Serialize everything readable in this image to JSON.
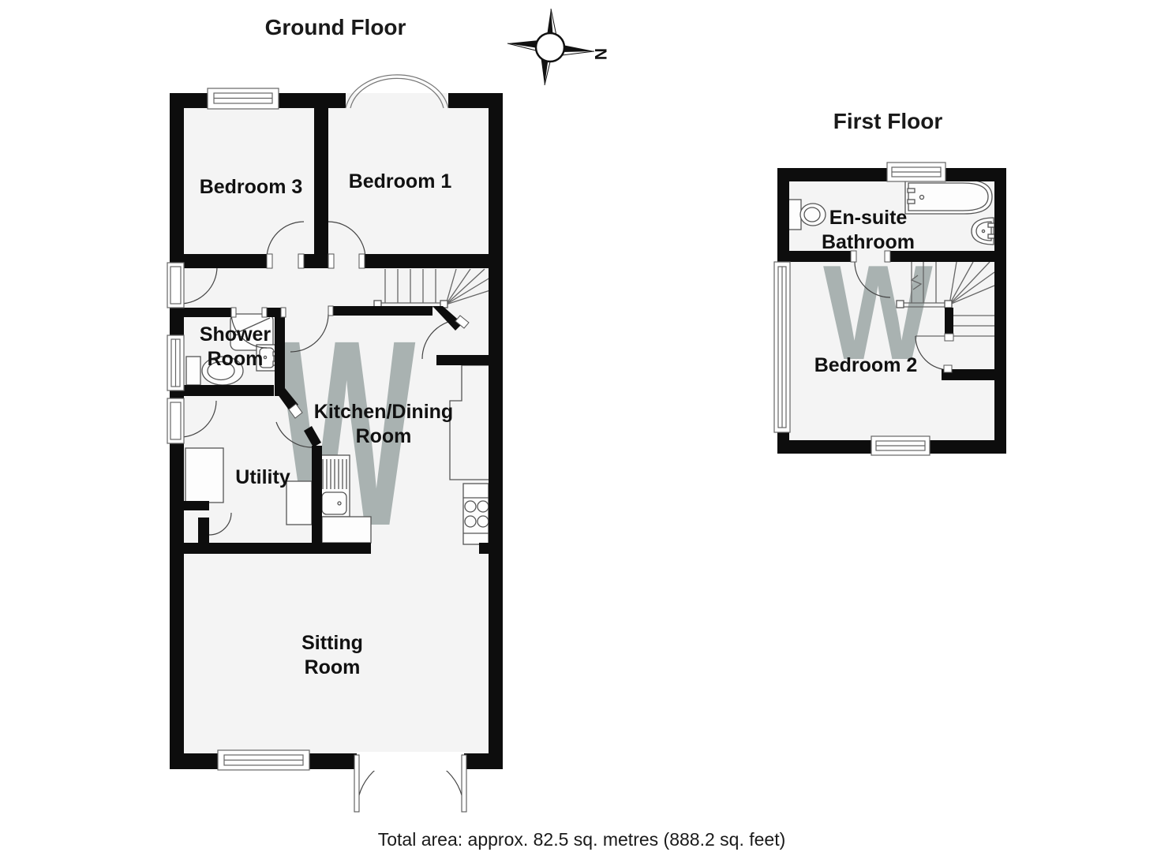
{
  "ground_floor": {
    "title": "Ground Floor",
    "rooms": {
      "bedroom3": "Bedroom 3",
      "bedroom1": "Bedroom 1",
      "shower_room": "Shower\nRoom",
      "kitchen_dining": "Kitchen/Dining\nRoom",
      "utility": "Utility",
      "sitting_room": "Sitting\nRoom"
    }
  },
  "first_floor": {
    "title": "First Floor",
    "rooms": {
      "ensuite": "En-suite\nBathroom",
      "bedroom2": "Bedroom 2"
    }
  },
  "compass": {
    "north_label": "N"
  },
  "watermark": {
    "text": "W"
  },
  "footer": {
    "total_area": "Total area: approx. 82.5 sq. metres (888.2 sq. feet)"
  },
  "colors": {
    "wall": "#0d0d0d",
    "room_fill": "#f4f4f4",
    "fixture_line": "#555555",
    "arc_line": "#444444",
    "watermark": "#a9b2b1",
    "text": "#111111"
  }
}
